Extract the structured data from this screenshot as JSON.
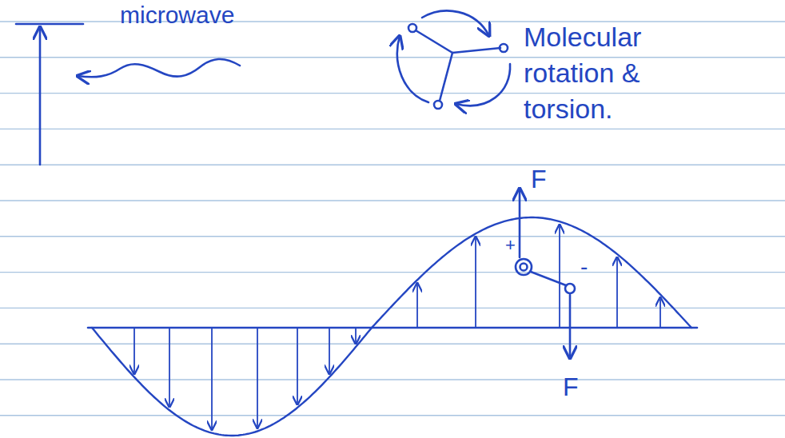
{
  "diagram": {
    "labels": [
      "microwave",
      "Molecular rotation & torsion.",
      "F",
      "+",
      "-",
      "F"
    ]
  }
}
